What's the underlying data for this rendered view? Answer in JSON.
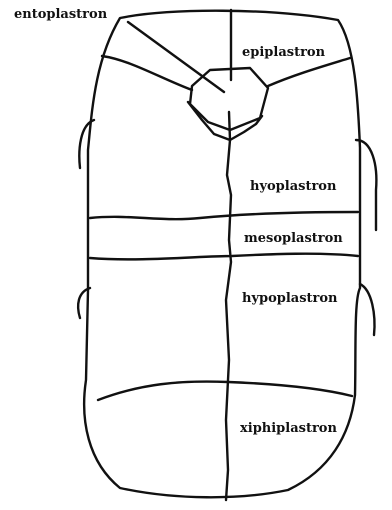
{
  "diagram": {
    "labels": {
      "entoplastron": "entoplastron",
      "epiplastron": "epiplastron",
      "hyoplastron": "hyoplastron",
      "mesoplastron": "mesoplastron",
      "hypoplastron": "hypoplastron",
      "xiphiplastron": "xiphiplastron"
    }
  }
}
